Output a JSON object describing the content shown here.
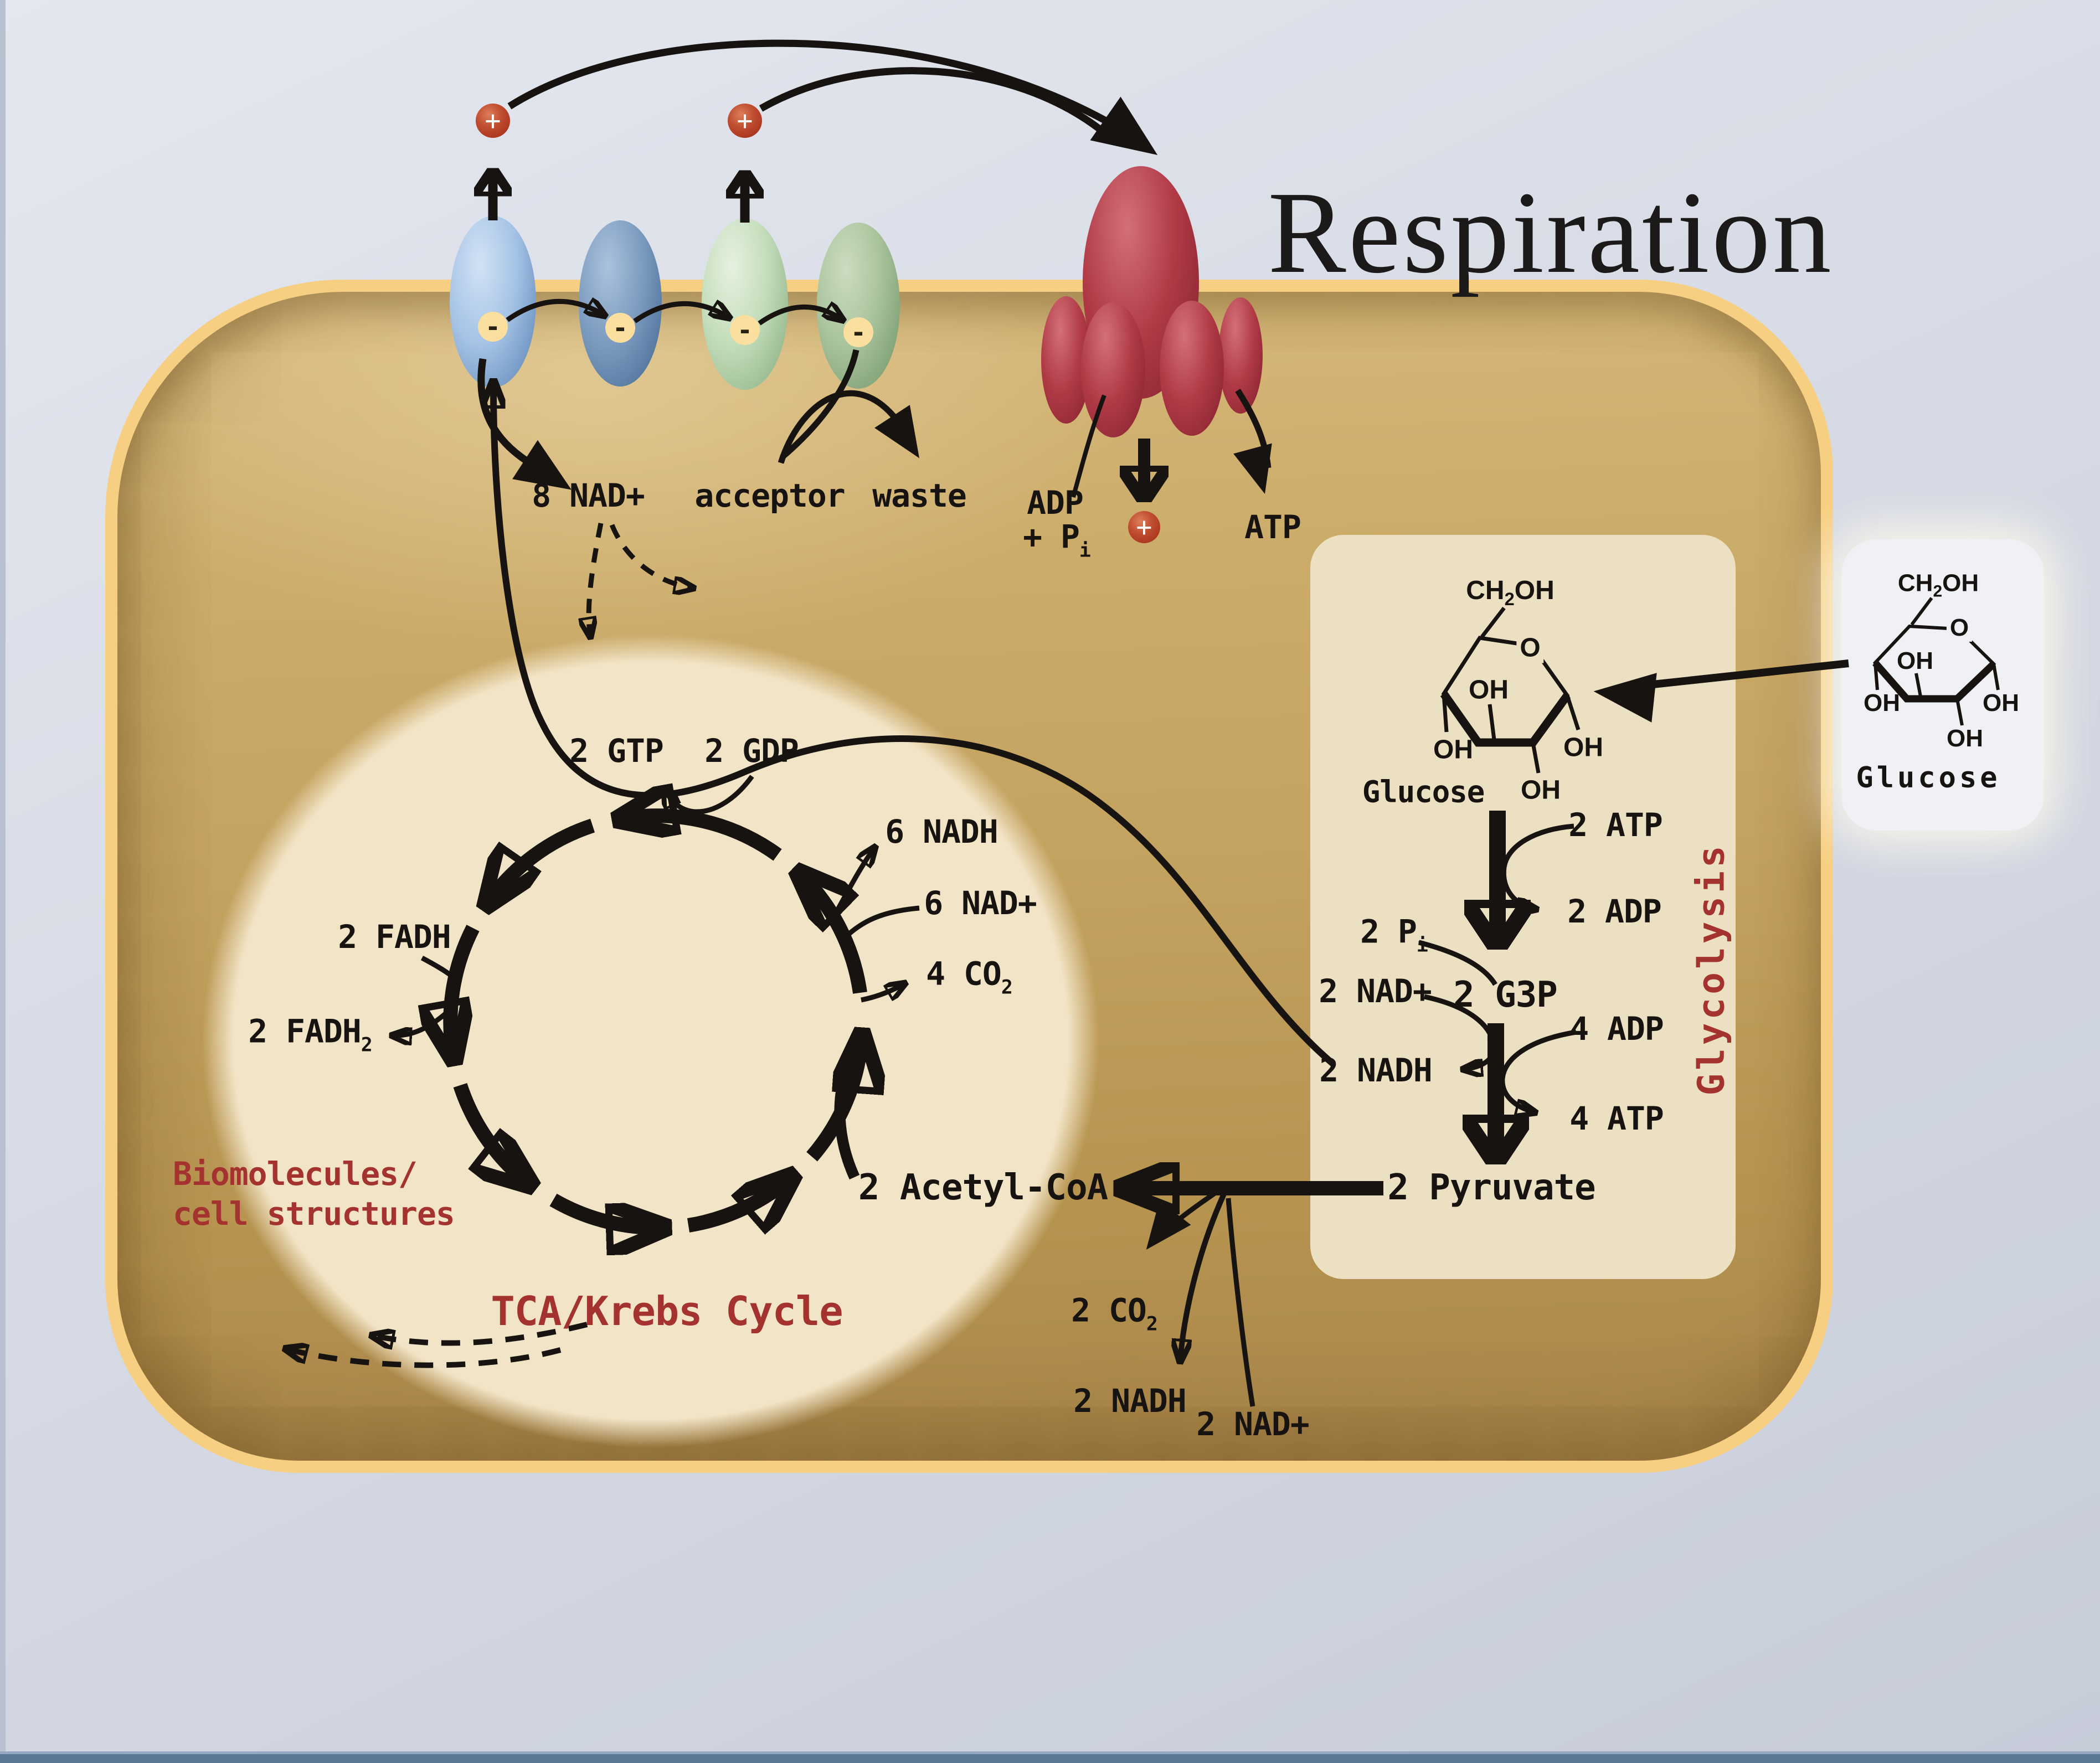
{
  "title": "Respiration",
  "colors": {
    "accent_red": "#A43330",
    "membrane_yellow": "#F7CF82",
    "cell_tan": "#C4A260",
    "matrix_cream": "#F2E5C7",
    "panel_cream": "#ECE0C2",
    "background_blue_gray": "#D8DCE6",
    "protein_blue_light": "#A6C4E6",
    "protein_blue_dark": "#7D9CC0",
    "protein_green_light": "#C3DDBB",
    "protein_green_dark": "#A9C49D",
    "synthase_red": "#B03A46",
    "electron_badge_yellow": "#FBDF9E",
    "proton_badge_red": "#9F2917",
    "ink": "#161310"
  },
  "etc": {
    "proton_symbol": "+",
    "electron_symbol": "-",
    "nad_label": "8 NAD+",
    "acceptor_label": "acceptor",
    "waste_label": "waste",
    "adp_label": "ADP",
    "pi_label": "+ P",
    "pi_sub": "i",
    "atp_label": "ATP"
  },
  "tca": {
    "gtp_label": "2 GTP",
    "gdp_label": "2 GDP",
    "nadh_label": "6 NADH",
    "nad_label": "6 NAD+",
    "co2_label": "4 CO",
    "co2_sub": "2",
    "fadh_label": "2 FADH",
    "fadh2_label": "2 FADH",
    "fadh2_sub": "2",
    "cycle_label": "TCA/Krebs Cycle",
    "biomolecules_line1": "Biomolecules/",
    "biomolecules_line2": "cell structures",
    "acetyl_label": "2 Acetyl-CoA"
  },
  "pyruvate_link": {
    "co2_label": "2 CO",
    "co2_sub": "2",
    "nadh_label": "2 NADH",
    "nad_label": "2 NAD+"
  },
  "glycolysis": {
    "pathway_label": "Glycolysis",
    "glucose_label": "Glucose",
    "atp_in_label": "2 ATP",
    "adp_out_label": "2 ADP",
    "g3p_label": "2 G3P",
    "pi_label": "2 P",
    "pi_sub": "i",
    "nad_label": "2 NAD+",
    "nadh_label": "2 NADH",
    "adp_in_label": "4 ADP",
    "atp_out_label": "4 ATP",
    "pyruvate_label": "2 Pyruvate"
  },
  "sugar": {
    "ch2oh_c": "CH",
    "ch2oh_sub": "2",
    "ch2oh_oh": "OH",
    "ring_o": "O",
    "oh": "OH"
  },
  "external_glucose": {
    "glucose_label": "Glucose"
  }
}
